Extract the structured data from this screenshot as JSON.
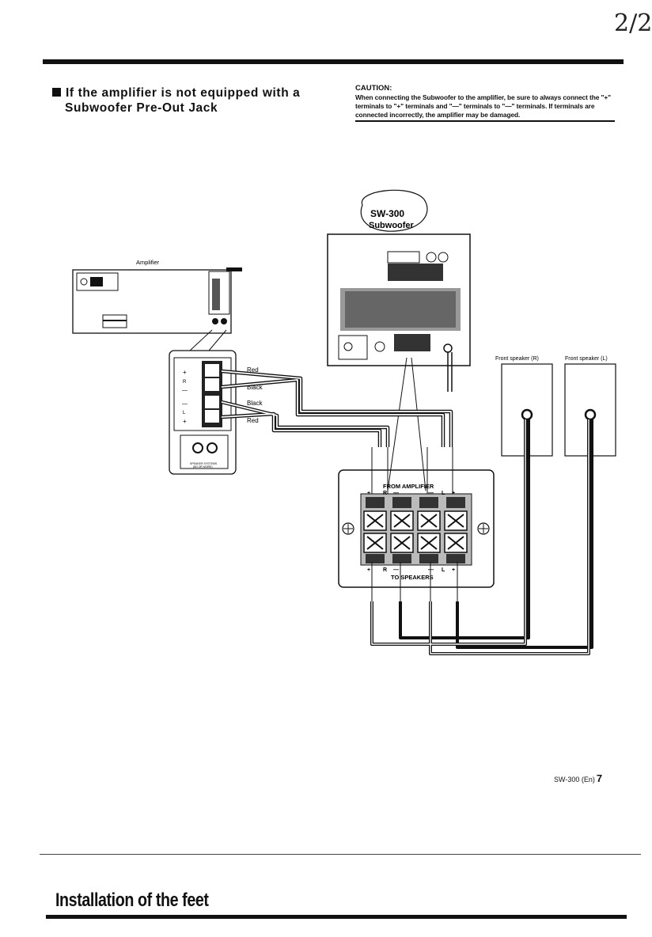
{
  "annotation": {
    "handwritten": "2/2"
  },
  "section": {
    "bullet_icon": "square-bullet-icon",
    "heading_line1": "If the amplifier is not equipped with a",
    "heading_line2": "Subwoofer Pre-Out Jack"
  },
  "caution": {
    "title": "CAUTION:",
    "text": "When connecting the Subwoofer to the amplifier, be sure to always connect the \"+\" terminals to \"+\" terminals and \"—\" terminals to \"—\" terminals. If terminals are connected incorrectly, the amplifier may be damaged."
  },
  "diagram": {
    "amplifier_label": "Amplifier",
    "subwoofer_model": "SW-300",
    "subwoofer_label": "Subwoofer",
    "wires": {
      "red1": "Red",
      "black1": "Black",
      "black2": "Black",
      "red2": "Red"
    },
    "front_speaker_r": "Front speaker (R)",
    "front_speaker_l": "Front speaker (L)",
    "panel_top_label": "FROM AMPLIFIER",
    "panel_bottom_label": "TO SPEAKERS",
    "terminal_top": {
      "plus_r": "+",
      "r": "R",
      "minus_r": "—",
      "minus_l": "—",
      "l": "L",
      "plus_l": "+"
    },
    "terminal_bottom": {
      "plus_r": "+",
      "r": "R",
      "minus_r": "—",
      "minus_l": "—",
      "l": "L",
      "plus_l": "+"
    },
    "amp_terminals": {
      "plus1": "+",
      "r": "R",
      "minus1": "—",
      "minus2": "—",
      "l": "L",
      "plus2": "+"
    },
    "amp_inset_caption_1": "SPEAKER SYSTEMS",
    "amp_inset_caption_2": "(8Ω OR MORE)"
  },
  "footer": {
    "model": "SW-300 (En)",
    "page": "7"
  },
  "next_section": {
    "title": "Installation of the feet"
  }
}
